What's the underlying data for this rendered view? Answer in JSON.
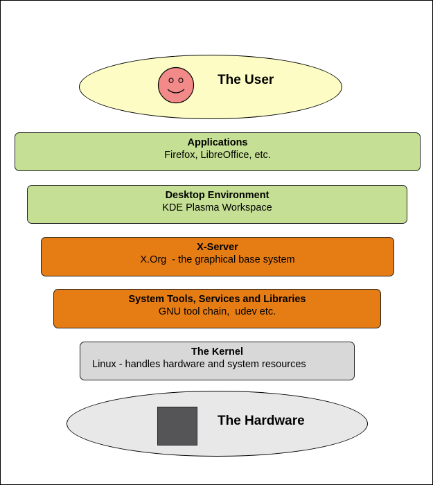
{
  "user": {
    "label": "The User",
    "icon": "smiley-face-icon",
    "ellipse_color": "#fcfcc4",
    "face_color": "#f38a8a"
  },
  "layers": [
    {
      "title": "Applications",
      "subtitle": "Firefox, LibreOffice, etc.",
      "color": "#c5df94"
    },
    {
      "title": "Desktop Environment",
      "subtitle": "KDE Plasma Workspace",
      "color": "#c5df94"
    },
    {
      "title": "X-Server",
      "subtitle": "X.Org  - the graphical base system",
      "color": "#e67c14"
    },
    {
      "title": "System Tools, Services and Libraries",
      "subtitle": "GNU tool chain,  udev etc.",
      "color": "#e67c14"
    },
    {
      "title": "The Kernel",
      "subtitle": "Linux - handles hardware and system resources",
      "color": "#d8d8d8"
    }
  ],
  "hardware": {
    "label": "The Hardware",
    "icon": "hardware-chip-icon",
    "ellipse_color": "#e8e8e8",
    "chip_color": "#555558"
  }
}
